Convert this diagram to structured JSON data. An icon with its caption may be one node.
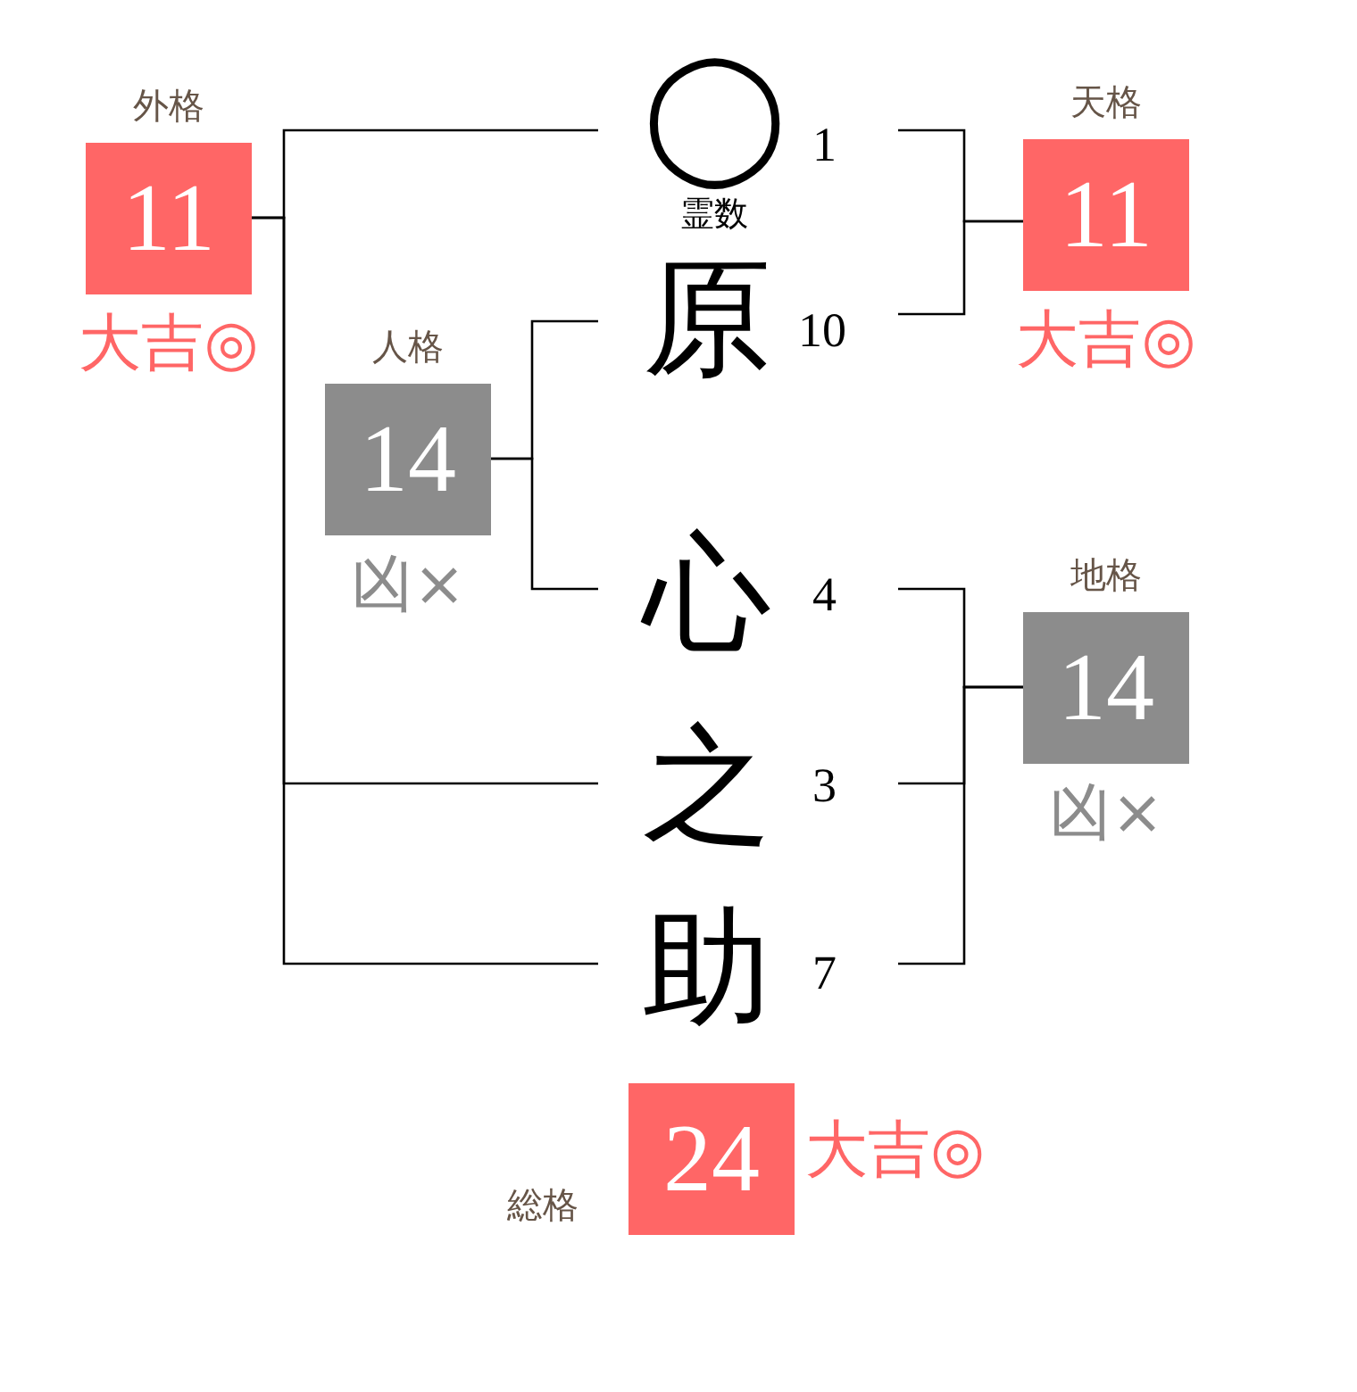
{
  "diagram": {
    "nodes": [
      {
        "text": [
          "外格",
          "11"
        ],
        "beside": [
          "大吉◎"
        ]
      },
      {
        "text": [
          "◯"
        ],
        "beside": [
          "1",
          "霊数"
        ]
      },
      {
        "text": [
          "天格",
          "11"
        ],
        "beside": [
          "大吉◎"
        ]
      },
      {
        "text": [
          "原"
        ],
        "beside": [
          "10"
        ]
      },
      {
        "text": [
          "人格",
          "14"
        ],
        "beside": [
          "凶×"
        ]
      },
      {
        "text": [
          "心"
        ],
        "beside": [
          "4"
        ]
      },
      {
        "text": [
          "地格",
          "14"
        ],
        "beside": [
          "凶×"
        ]
      },
      {
        "text": [
          "之"
        ],
        "beside": [
          "3"
        ]
      },
      {
        "text": [
          "助"
        ],
        "beside": [
          "7"
        ]
      },
      {
        "text": [
          "総格",
          "24"
        ],
        "beside": [
          "大吉◎"
        ]
      }
    ],
    "edges": [
      {
        "from": 1,
        "to": 0,
        "arrow": "none"
      },
      {
        "from": 7,
        "to": 0,
        "arrow": "none"
      },
      {
        "from": 8,
        "to": 0,
        "arrow": "none"
      },
      {
        "from": 1,
        "to": 2,
        "arrow": "none"
      },
      {
        "from": 3,
        "to": 2,
        "arrow": "none"
      },
      {
        "from": 3,
        "to": 4,
        "arrow": "none"
      },
      {
        "from": 5,
        "to": 4,
        "arrow": "none"
      },
      {
        "from": 5,
        "to": 6,
        "arrow": "none"
      },
      {
        "from": 7,
        "to": 6,
        "arrow": "none"
      },
      {
        "from": 8,
        "to": 6,
        "arrow": "none"
      }
    ]
  }
}
